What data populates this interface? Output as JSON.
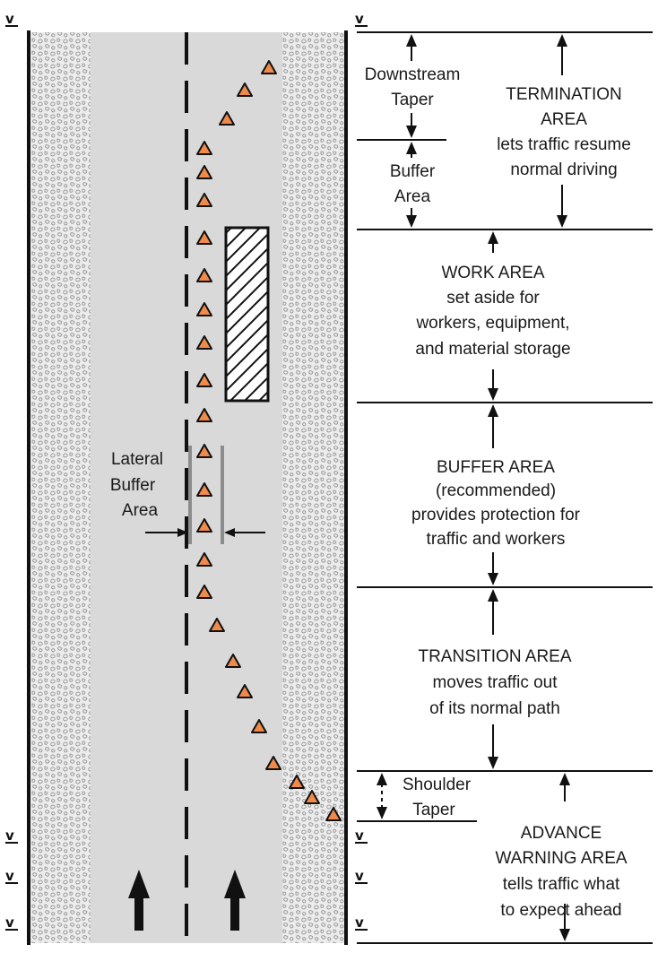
{
  "colors": {
    "pavement": "#d9d9d9",
    "shoulder_base": "#ececec",
    "shoulder_stone": "#8a8a8a",
    "cone_fill": "#f08a4b",
    "cone_stroke": "#111111",
    "line": "#111111",
    "lateral_bar": "#8c8c8c"
  },
  "markers": {
    "symbol": "v"
  },
  "labels": {
    "lateral_buffer": [
      "Lateral",
      "Buffer",
      "Area"
    ],
    "downstream_taper": [
      "Downstream",
      "Taper"
    ],
    "buffer_small": [
      "Buffer",
      "Area"
    ],
    "termination": [
      "TERMINATION",
      "AREA",
      "lets traffic resume",
      "normal driving"
    ],
    "work": [
      "WORK AREA",
      "set aside for",
      "workers, equipment,",
      "and material storage"
    ],
    "buffer_area": [
      "BUFFER AREA",
      "(recommended)",
      "provides protection for",
      "traffic and workers"
    ],
    "transition": [
      "TRANSITION AREA",
      "moves traffic out",
      "of its normal path"
    ],
    "shoulder_taper": [
      "Shoulder",
      "Taper"
    ],
    "advance_warning": [
      "ADVANCE",
      "WARNING AREA",
      "tells traffic what",
      "to expect ahead"
    ]
  },
  "icons": {
    "traffic_cone": "orange-triangle",
    "work_zone": "hatched-rectangle",
    "traffic_direction": "up-arrow"
  }
}
